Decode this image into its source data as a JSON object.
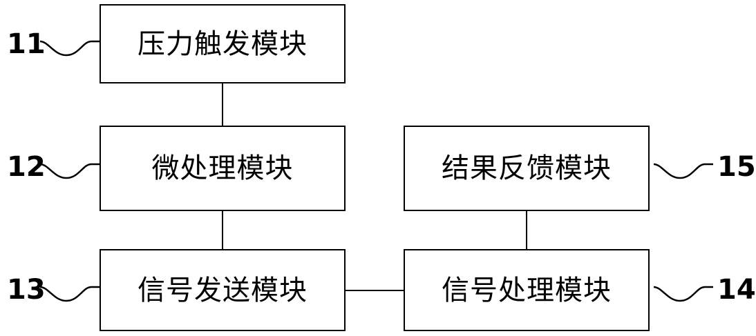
{
  "diagram": {
    "type": "block-diagram",
    "nodes": [
      {
        "id": "n11",
        "ref": "11",
        "label": "压力触发模块"
      },
      {
        "id": "n12",
        "ref": "12",
        "label": "微处理模块"
      },
      {
        "id": "n13",
        "ref": "13",
        "label": "信号发送模块"
      },
      {
        "id": "n14",
        "ref": "14",
        "label": "信号处理模块"
      },
      {
        "id": "n15",
        "ref": "15",
        "label": "结果反馈模块"
      }
    ],
    "connections": [
      {
        "from": "n11",
        "to": "n12"
      },
      {
        "from": "n12",
        "to": "n13"
      },
      {
        "from": "n13",
        "to": "n14"
      },
      {
        "from": "n14",
        "to": "n15"
      }
    ],
    "colors": {
      "stroke": "#000000",
      "background": "#ffffff",
      "text": "#000000"
    }
  }
}
